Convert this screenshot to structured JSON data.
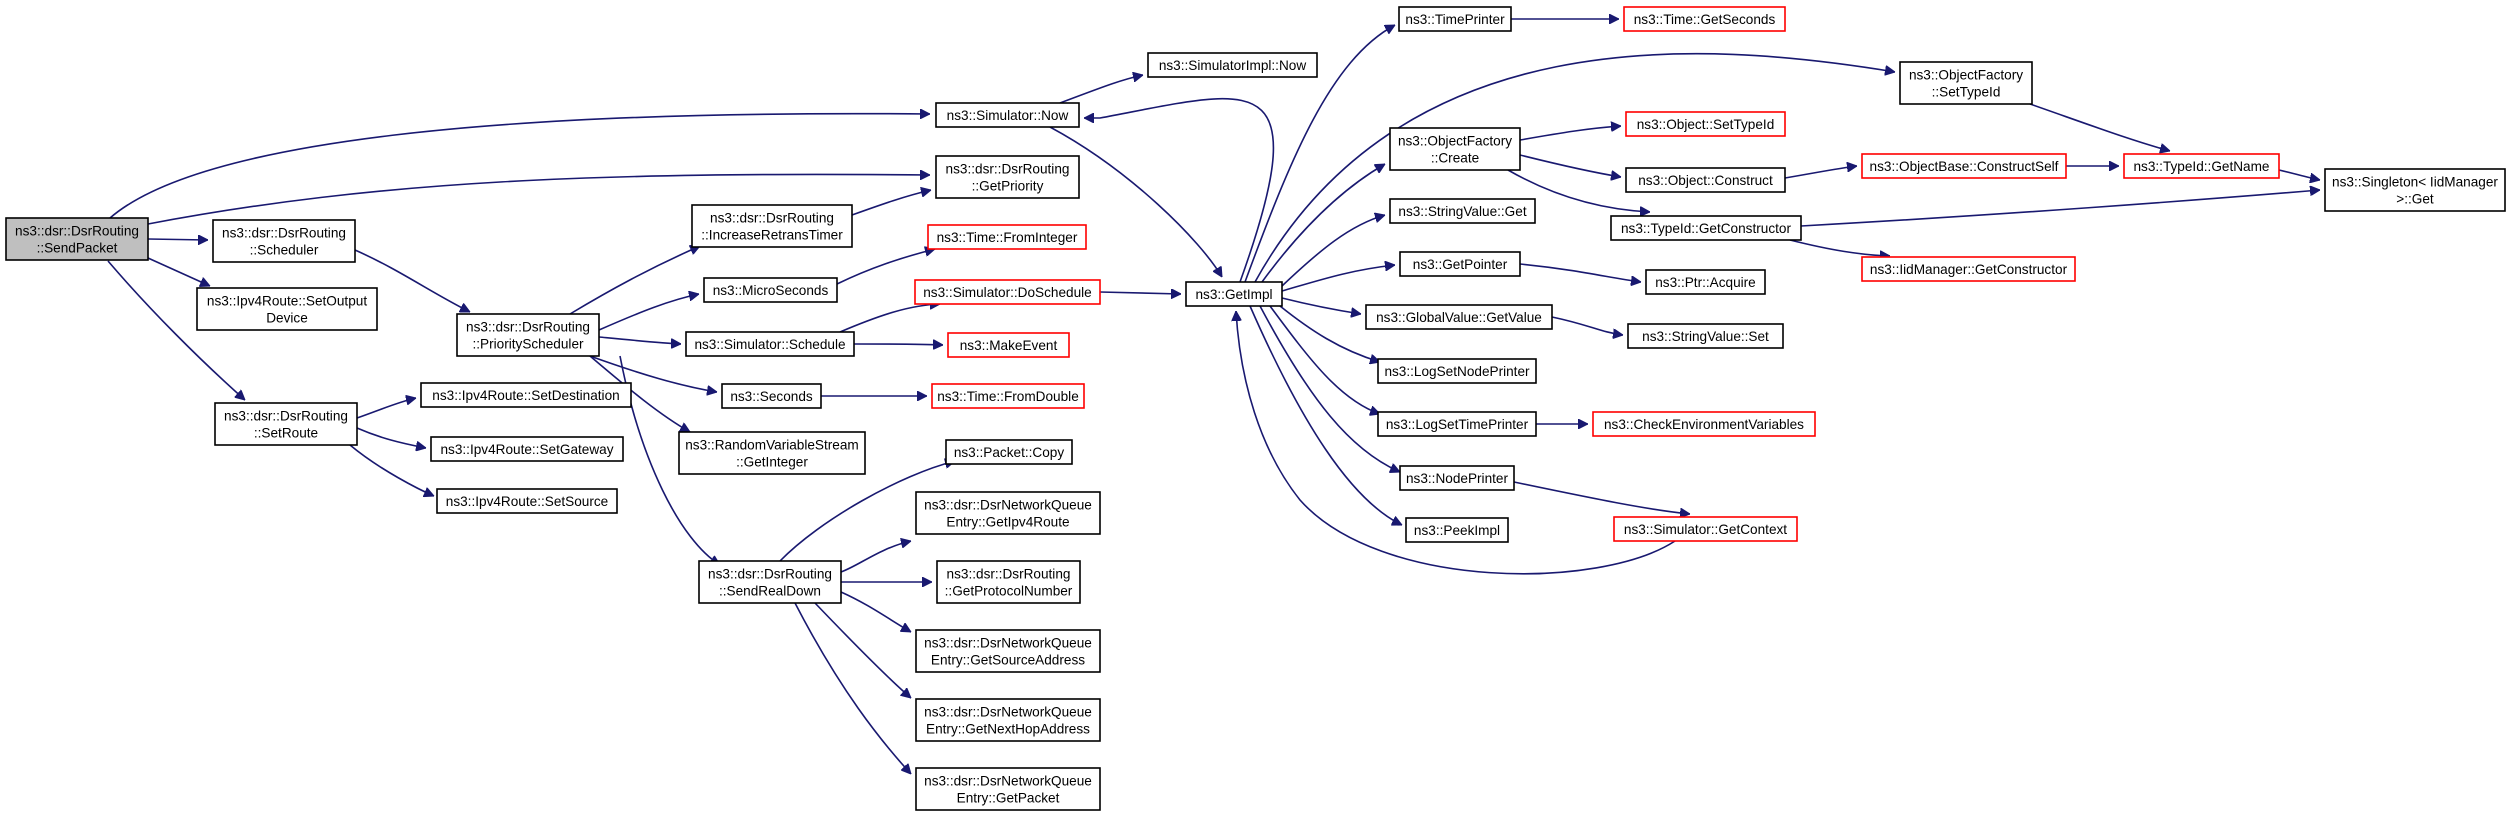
{
  "colors": {
    "edge": "#191970",
    "node_border": "#000000",
    "linked_border": "#ff0000",
    "root_fill": "#bfbfbf",
    "node_fill": "#ffffff"
  },
  "nodes": {
    "sendpacket": {
      "lines": [
        "ns3::dsr::DsrRouting",
        "::SendPacket"
      ],
      "kind": "root"
    },
    "scheduler": {
      "lines": [
        "ns3::dsr::DsrRouting",
        "::Scheduler"
      ],
      "kind": "normal"
    },
    "setoutputdevice": {
      "lines": [
        "ns3::Ipv4Route::SetOutput",
        "Device"
      ],
      "kind": "normal"
    },
    "setroute": {
      "lines": [
        "ns3::dsr::DsrRouting",
        "::SetRoute"
      ],
      "kind": "normal"
    },
    "setdestination": {
      "lines": [
        "ns3::Ipv4Route::SetDestination"
      ],
      "kind": "normal"
    },
    "setgateway": {
      "lines": [
        "ns3::Ipv4Route::SetGateway"
      ],
      "kind": "normal"
    },
    "setsource": {
      "lines": [
        "ns3::Ipv4Route::SetSource"
      ],
      "kind": "normal"
    },
    "priorityscheduler": {
      "lines": [
        "ns3::dsr::DsrRouting",
        "::PriorityScheduler"
      ],
      "kind": "normal"
    },
    "increaseretrans": {
      "lines": [
        "ns3::dsr::DsrRouting",
        "::IncreaseRetransTimer"
      ],
      "kind": "normal"
    },
    "microseconds": {
      "lines": [
        "ns3::MicroSeconds"
      ],
      "kind": "normal"
    },
    "schedule": {
      "lines": [
        "ns3::Simulator::Schedule"
      ],
      "kind": "normal"
    },
    "seconds": {
      "lines": [
        "ns3::Seconds"
      ],
      "kind": "normal"
    },
    "randomgetinteger": {
      "lines": [
        "ns3::RandomVariableStream",
        "::GetInteger"
      ],
      "kind": "normal"
    },
    "sendrealdown": {
      "lines": [
        "ns3::dsr::DsrRouting",
        "::SendRealDown"
      ],
      "kind": "normal"
    },
    "simnow": {
      "lines": [
        "ns3::Simulator::Now"
      ],
      "kind": "normal"
    },
    "getpriority": {
      "lines": [
        "ns3::dsr::DsrRouting",
        "::GetPriority"
      ],
      "kind": "normal"
    },
    "simimplnow": {
      "lines": [
        "ns3::SimulatorImpl::Now"
      ],
      "kind": "normal"
    },
    "timefrominteger": {
      "lines": [
        "ns3::Time::FromInteger"
      ],
      "kind": "linked"
    },
    "doschedule": {
      "lines": [
        "ns3::Simulator::DoSchedule"
      ],
      "kind": "linked"
    },
    "makeevent": {
      "lines": [
        "ns3::MakeEvent"
      ],
      "kind": "linked"
    },
    "timefromdouble": {
      "lines": [
        "ns3::Time::FromDouble"
      ],
      "kind": "linked"
    },
    "packetcopy": {
      "lines": [
        "ns3::Packet::Copy"
      ],
      "kind": "normal"
    },
    "getipv4route": {
      "lines": [
        "ns3::dsr::DsrNetworkQueue",
        "Entry::GetIpv4Route"
      ],
      "kind": "normal"
    },
    "getprotocolnumber": {
      "lines": [
        "ns3::dsr::DsrRouting",
        "::GetProtocolNumber"
      ],
      "kind": "normal"
    },
    "getsourceaddress": {
      "lines": [
        "ns3::dsr::DsrNetworkQueue",
        "Entry::GetSourceAddress"
      ],
      "kind": "normal"
    },
    "getnexthop": {
      "lines": [
        "ns3::dsr::DsrNetworkQueue",
        "Entry::GetNextHopAddress"
      ],
      "kind": "normal"
    },
    "getpacket": {
      "lines": [
        "ns3::dsr::DsrNetworkQueue",
        "Entry::GetPacket"
      ],
      "kind": "normal"
    },
    "getimpl": {
      "lines": [
        "ns3::GetImpl"
      ],
      "kind": "normal"
    },
    "timeprinter": {
      "lines": [
        "ns3::TimePrinter"
      ],
      "kind": "normal"
    },
    "timegetseconds": {
      "lines": [
        "ns3::Time::GetSeconds"
      ],
      "kind": "linked"
    },
    "objfactorycreate": {
      "lines": [
        "ns3::ObjectFactory",
        "::Create"
      ],
      "kind": "normal"
    },
    "stringvalueget": {
      "lines": [
        "ns3::StringValue::Get"
      ],
      "kind": "normal"
    },
    "getpointer": {
      "lines": [
        "ns3::GetPointer"
      ],
      "kind": "normal"
    },
    "globalgetvalue": {
      "lines": [
        "ns3::GlobalValue::GetValue"
      ],
      "kind": "normal"
    },
    "logsetnodeprinter": {
      "lines": [
        "ns3::LogSetNodePrinter"
      ],
      "kind": "normal"
    },
    "logsettimeprinter": {
      "lines": [
        "ns3::LogSetTimePrinter"
      ],
      "kind": "normal"
    },
    "nodeprinter": {
      "lines": [
        "ns3::NodePrinter"
      ],
      "kind": "normal"
    },
    "peekimpl": {
      "lines": [
        "ns3::PeekImpl"
      ],
      "kind": "normal"
    },
    "objsettypeid": {
      "lines": [
        "ns3::Object::SetTypeId"
      ],
      "kind": "linked"
    },
    "objconstruct": {
      "lines": [
        "ns3::Object::Construct"
      ],
      "kind": "normal"
    },
    "typeidgetconstructor": {
      "lines": [
        "ns3::TypeId::GetConstructor"
      ],
      "kind": "normal"
    },
    "ptracquire": {
      "lines": [
        "ns3::Ptr::Acquire"
      ],
      "kind": "normal"
    },
    "stringvalueset": {
      "lines": [
        "ns3::StringValue::Set"
      ],
      "kind": "normal"
    },
    "checkenv": {
      "lines": [
        "ns3::CheckEnvironmentVariables"
      ],
      "kind": "linked"
    },
    "simgetcontext": {
      "lines": [
        "ns3::Simulator::GetContext"
      ],
      "kind": "linked"
    },
    "objfactorysettypeid": {
      "lines": [
        "ns3::ObjectFactory",
        "::SetTypeId"
      ],
      "kind": "normal"
    },
    "constructself": {
      "lines": [
        "ns3::ObjectBase::ConstructSelf"
      ],
      "kind": "linked"
    },
    "iidgetconstructor": {
      "lines": [
        "ns3::IidManager::GetConstructor"
      ],
      "kind": "linked"
    },
    "typeidgetname": {
      "lines": [
        "ns3::TypeId::GetName"
      ],
      "kind": "linked"
    },
    "singletonget": {
      "lines": [
        "ns3::Singleton< IidManager",
        " >::Get"
      ],
      "kind": "normal"
    }
  }
}
